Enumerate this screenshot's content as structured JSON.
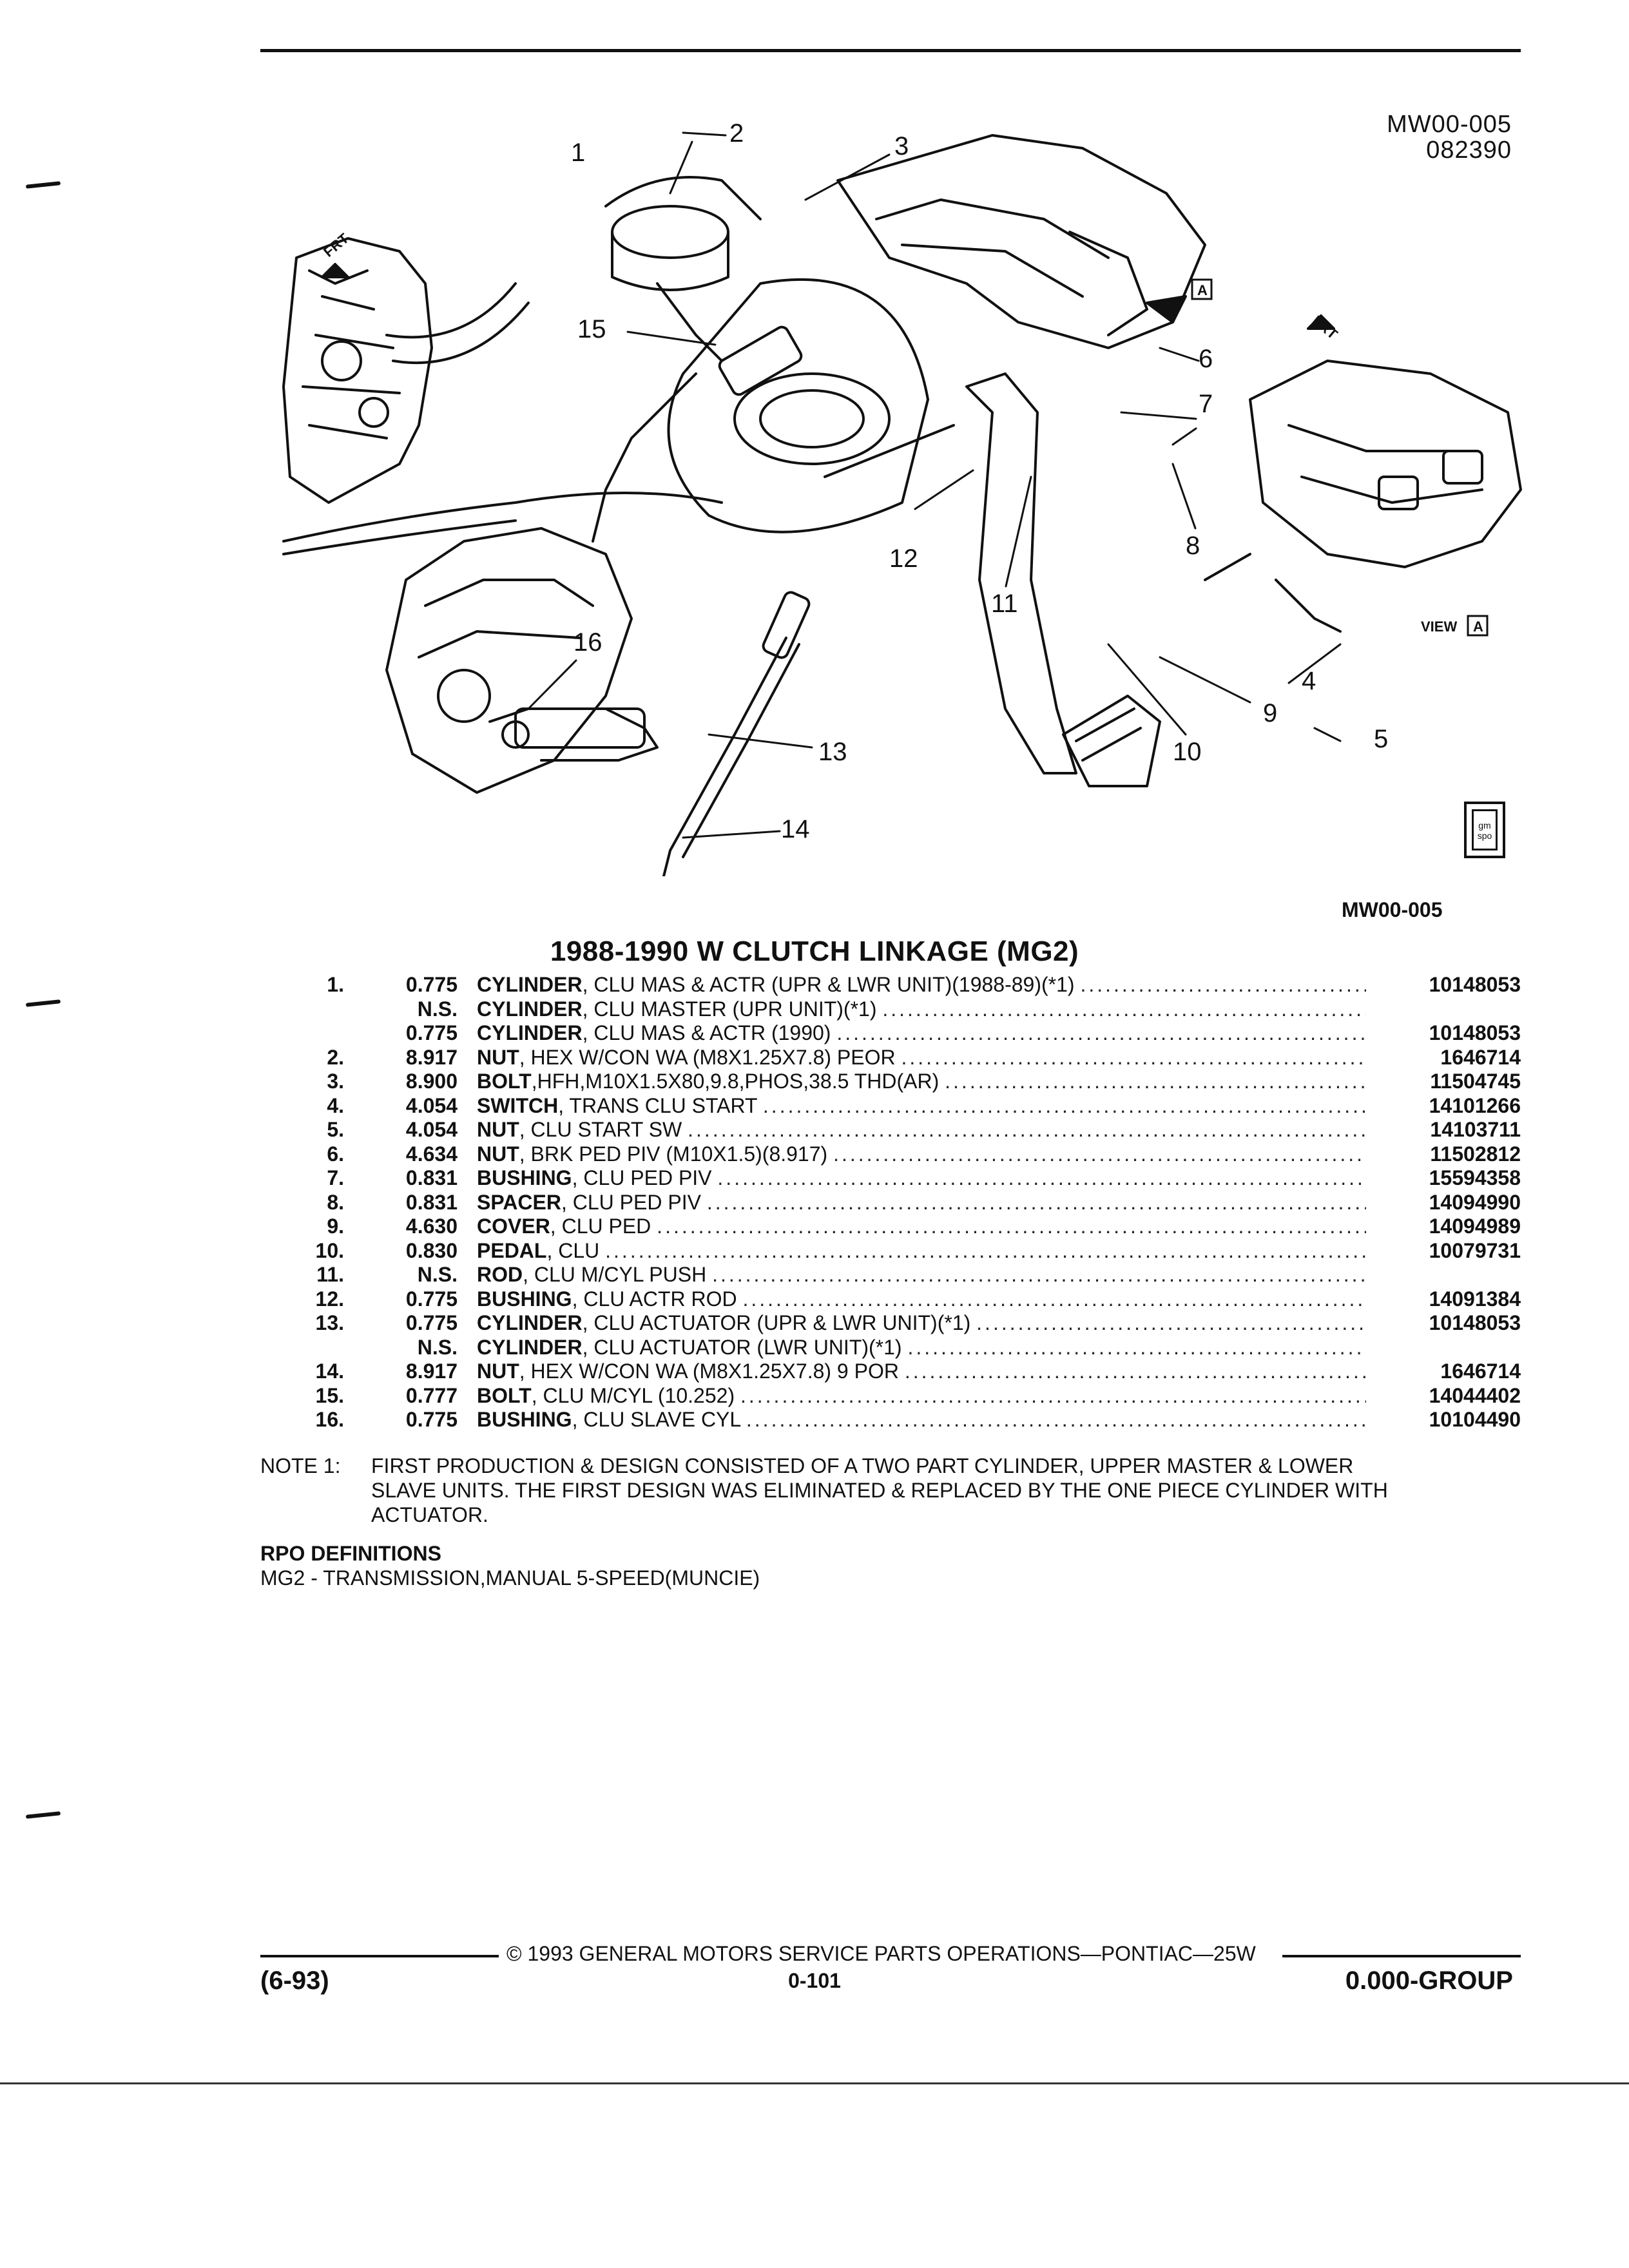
{
  "header": {
    "code_top": "MW00-005",
    "date_code": "082390",
    "figure_code": "MW00-005"
  },
  "diagram": {
    "callouts": [
      "1",
      "2",
      "3",
      "4",
      "5",
      "6",
      "7",
      "8",
      "9",
      "10",
      "11",
      "12",
      "13",
      "14",
      "15",
      "16"
    ],
    "frt_label": "FRT",
    "view_label": "VIEW",
    "view_letter": "A",
    "logo_text": "gm spo"
  },
  "title": "1988-1990 W CLUTCH LINKAGE (MG2)",
  "parts": [
    {
      "num": "1.",
      "group": "0.775",
      "name": "CYLINDER",
      "desc": ", CLU MAS & ACTR (UPR & LWR UNIT)(1988-89)(*1)",
      "part_no": "10148053"
    },
    {
      "num": "",
      "group": "N.S.",
      "name": "CYLINDER",
      "desc": ", CLU MASTER (UPR UNIT)(*1)",
      "part_no": ""
    },
    {
      "num": "",
      "group": "0.775",
      "name": "CYLINDER",
      "desc": ", CLU MAS & ACTR (1990)",
      "part_no": "10148053"
    },
    {
      "num": "2.",
      "group": "8.917",
      "name": "NUT",
      "desc": ", HEX W/CON WA (M8X1.25X7.8) PEOR",
      "part_no": "1646714"
    },
    {
      "num": "3.",
      "group": "8.900",
      "name": "BOLT",
      "desc": ",HFH,M10X1.5X80,9.8,PHOS,38.5 THD(AR)",
      "part_no": "11504745"
    },
    {
      "num": "4.",
      "group": "4.054",
      "name": "SWITCH",
      "desc": ", TRANS CLU START",
      "part_no": "14101266"
    },
    {
      "num": "5.",
      "group": "4.054",
      "name": "NUT",
      "desc": ", CLU START SW",
      "part_no": "14103711"
    },
    {
      "num": "6.",
      "group": "4.634",
      "name": "NUT",
      "desc": ", BRK PED PIV (M10X1.5)(8.917)",
      "part_no": "11502812"
    },
    {
      "num": "7.",
      "group": "0.831",
      "name": "BUSHING",
      "desc": ", CLU PED PIV",
      "part_no": "15594358"
    },
    {
      "num": "8.",
      "group": "0.831",
      "name": "SPACER",
      "desc": ", CLU PED PIV",
      "part_no": "14094990"
    },
    {
      "num": "9.",
      "group": "4.630",
      "name": "COVER",
      "desc": ", CLU PED",
      "part_no": "14094989"
    },
    {
      "num": "10.",
      "group": "0.830",
      "name": "PEDAL",
      "desc": ", CLU",
      "part_no": "10079731"
    },
    {
      "num": "11.",
      "group": "N.S.",
      "name": "ROD",
      "desc": ", CLU M/CYL PUSH",
      "part_no": ""
    },
    {
      "num": "12.",
      "group": "0.775",
      "name": "BUSHING",
      "desc": ", CLU ACTR ROD",
      "part_no": "14091384"
    },
    {
      "num": "13.",
      "group": "0.775",
      "name": "CYLINDER",
      "desc": ", CLU ACTUATOR (UPR & LWR UNIT)(*1)",
      "part_no": "10148053"
    },
    {
      "num": "",
      "group": "N.S.",
      "name": "CYLINDER",
      "desc": ", CLU ACTUATOR (LWR UNIT)(*1)",
      "part_no": ""
    },
    {
      "num": "14.",
      "group": "8.917",
      "name": "NUT",
      "desc": ", HEX W/CON WA (M8X1.25X7.8) 9 POR",
      "part_no": "1646714"
    },
    {
      "num": "15.",
      "group": "0.777",
      "name": "BOLT",
      "desc": ", CLU M/CYL (10.252)",
      "part_no": "14044402"
    },
    {
      "num": "16.",
      "group": "0.775",
      "name": "BUSHING",
      "desc": ", CLU SLAVE CYL",
      "part_no": "10104490"
    }
  ],
  "note": {
    "label": "NOTE  1:",
    "lines": [
      "FIRST PRODUCTION & DESIGN CONSISTED OF A TWO PART CYLINDER, UPPER MASTER & LOWER",
      "SLAVE UNITS. THE FIRST DESIGN WAS ELIMINATED & REPLACED BY THE ONE PIECE CYLINDER WITH",
      "ACTUATOR."
    ]
  },
  "rpo": {
    "heading": "RPO DEFINITIONS",
    "line": "MG2 - TRANSMISSION,MANUAL 5-SPEED(MUNCIE)"
  },
  "footer": {
    "copyright": "©  1993  GENERAL MOTORS SERVICE PARTS OPERATIONS—PONTIAC—25W",
    "date": "(6-93)",
    "page": "0-101",
    "group": "0.000-GROUP"
  }
}
